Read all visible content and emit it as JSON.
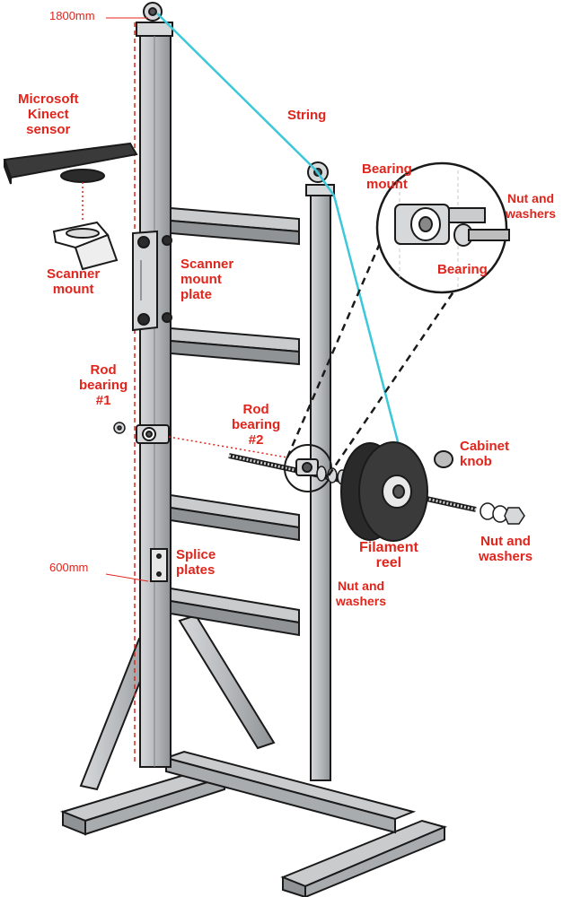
{
  "dimensions": {
    "top": "1800mm",
    "mid": "600mm"
  },
  "labels": {
    "kinect": [
      "Microsoft",
      "Kinect",
      "sensor"
    ],
    "scanner_mount": [
      "Scanner",
      "mount"
    ],
    "scanner_mount_plate": [
      "Scanner",
      "mount",
      "plate"
    ],
    "string": "String",
    "bearing_mount": [
      "Bearing",
      "mount"
    ],
    "nut_washers_inset": [
      "Nut and",
      "washers"
    ],
    "bearing": "Bearing",
    "rod_bearing_1": [
      "Rod",
      "bearing",
      "#1"
    ],
    "rod_bearing_2": [
      "Rod",
      "bearing",
      "#2"
    ],
    "cabinet_knob": [
      "Cabinet",
      "knob"
    ],
    "filament_reel": [
      "Filament",
      "reel"
    ],
    "nut_washers_right": [
      "Nut and",
      "washers"
    ],
    "nut_washers_bottom": [
      "Nut and",
      "washers"
    ],
    "splice_plates": [
      "Splice",
      "plates"
    ]
  },
  "colors": {
    "label": "#e0251c",
    "string": "#3cc8d8",
    "frame": "#b9bcbf",
    "outline": "#1a1a1a",
    "reel": "#2a2a2a"
  }
}
